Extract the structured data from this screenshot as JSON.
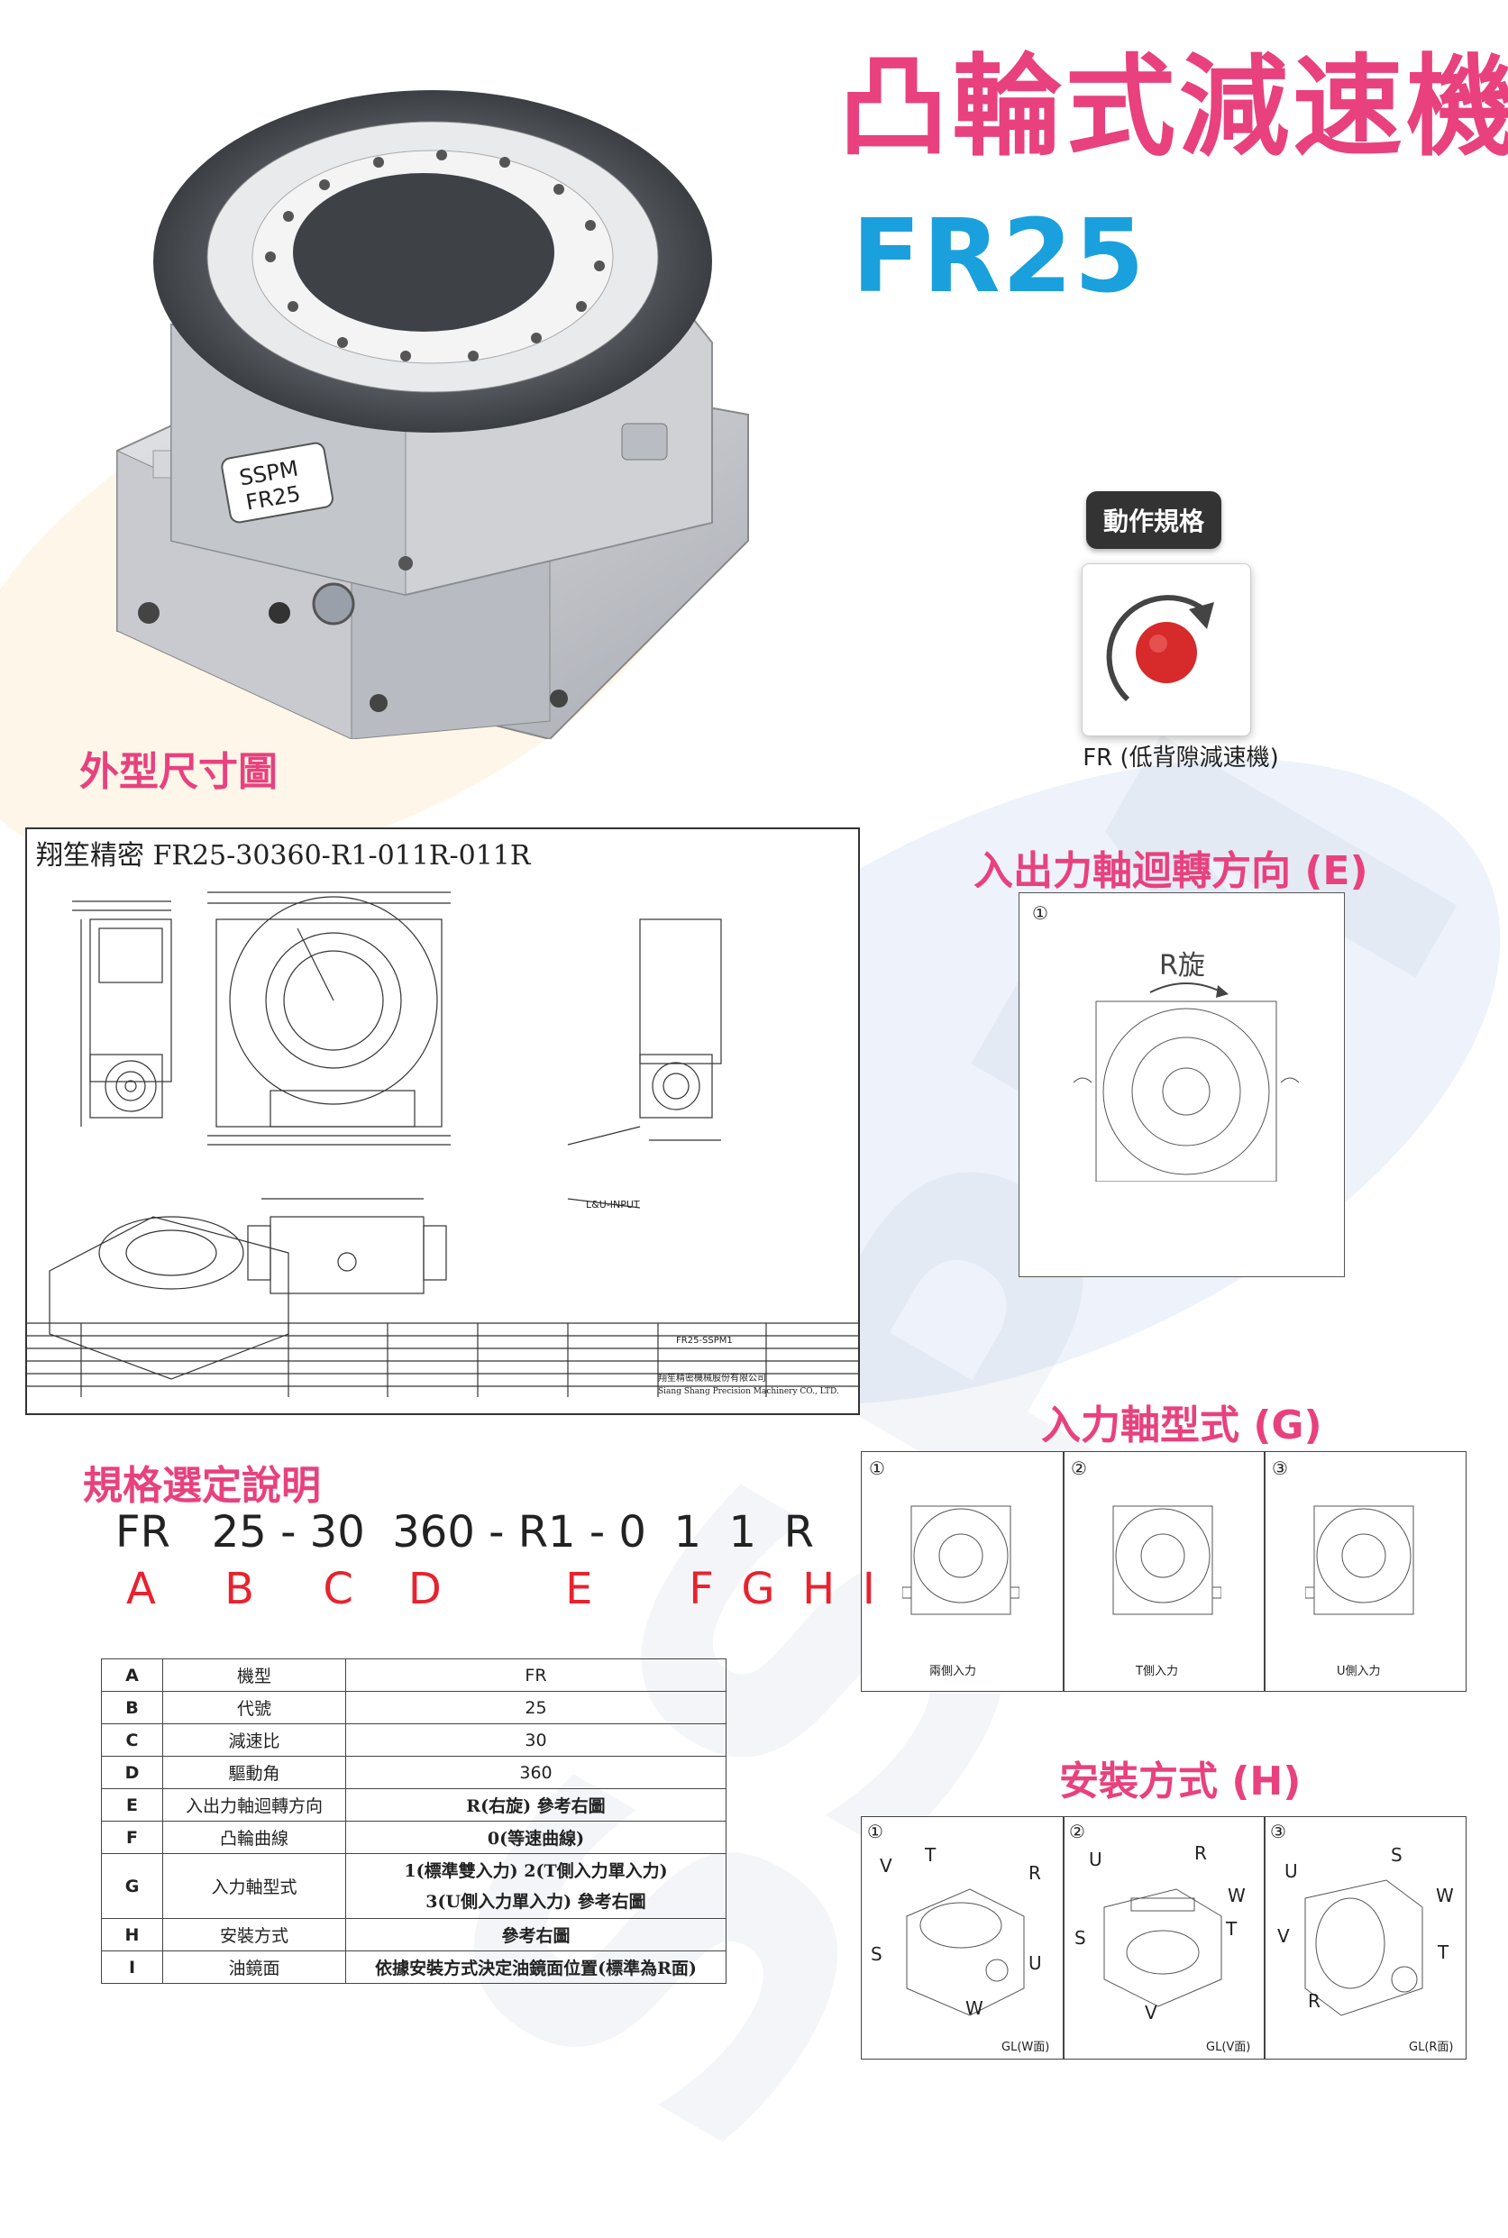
{
  "title": "凸輪式減速機",
  "model": "FR25",
  "product_photo": {
    "label_line1": "SSPM",
    "label_line2": "FR25"
  },
  "sections": {
    "outline": "外型尺寸圖",
    "rotation": "入出力軸迴轉方向 (E)",
    "input_type": "入力軸型式 (G)",
    "mounting": "安裝方式 (H)",
    "selection": "規格選定說明"
  },
  "action_spec": {
    "badge": "動作規格",
    "label": "FR (低背隙減速機)"
  },
  "drawing": {
    "title": "翔笙精密  FR25-30360-R1-011R-011R",
    "input_label": "L&U-INPUT",
    "company": "翔笙精密機械股份有限公司",
    "company_en": "Siang Shang Precision Machinery CO., LTD.",
    "part_name": "FR25-SSPM1"
  },
  "rotation_panel": {
    "num": "①",
    "label": "R旋"
  },
  "input_type_panels": [
    {
      "num": "①",
      "caption": "兩側入力"
    },
    {
      "num": "②",
      "caption": "T側入力"
    },
    {
      "num": "③",
      "caption": "U側入力"
    }
  ],
  "mounting_panels": [
    {
      "num": "①",
      "caption": "GL(W面)",
      "labels": [
        "V",
        "T",
        "R",
        "S",
        "U",
        "W"
      ]
    },
    {
      "num": "②",
      "caption": "GL(V面)",
      "labels": [
        "U",
        "R",
        "W",
        "S",
        "T",
        "V"
      ]
    },
    {
      "num": "③",
      "caption": "GL(R面)",
      "labels": [
        "U",
        "S",
        "W",
        "V",
        "T",
        "R"
      ]
    }
  ],
  "code": {
    "line": "FR   25 - 30  360 - R1 - 0  1  1  R",
    "letters": "A     B     C    D         E       F  G  H  I"
  },
  "table": [
    {
      "key": "A",
      "name": "機型",
      "value": "FR"
    },
    {
      "key": "B",
      "name": "代號",
      "value": "25"
    },
    {
      "key": "C",
      "name": "減速比",
      "value": "30"
    },
    {
      "key": "D",
      "name": "驅動角",
      "value": "360"
    },
    {
      "key": "E",
      "name": "入出力軸迴轉方向",
      "value": "R(右旋)   參考右圖"
    },
    {
      "key": "F",
      "name": "凸輪曲線",
      "value": "0(等速曲線)"
    },
    {
      "key": "G",
      "name": "入力軸型式",
      "value": "1(標準雙入力)     2(T側入力單入力)",
      "value2": "3(U側入力單入力)      參考右圖"
    },
    {
      "key": "H",
      "name": "安裝方式",
      "value": "參考右圖"
    },
    {
      "key": "I",
      "name": "油鏡面",
      "value": "依據安裝方式決定油鏡面位置(標準為R面)"
    }
  ],
  "colors": {
    "title": "#e8417e",
    "model": "#1aa0dc",
    "code_letters": "#e8222e"
  }
}
